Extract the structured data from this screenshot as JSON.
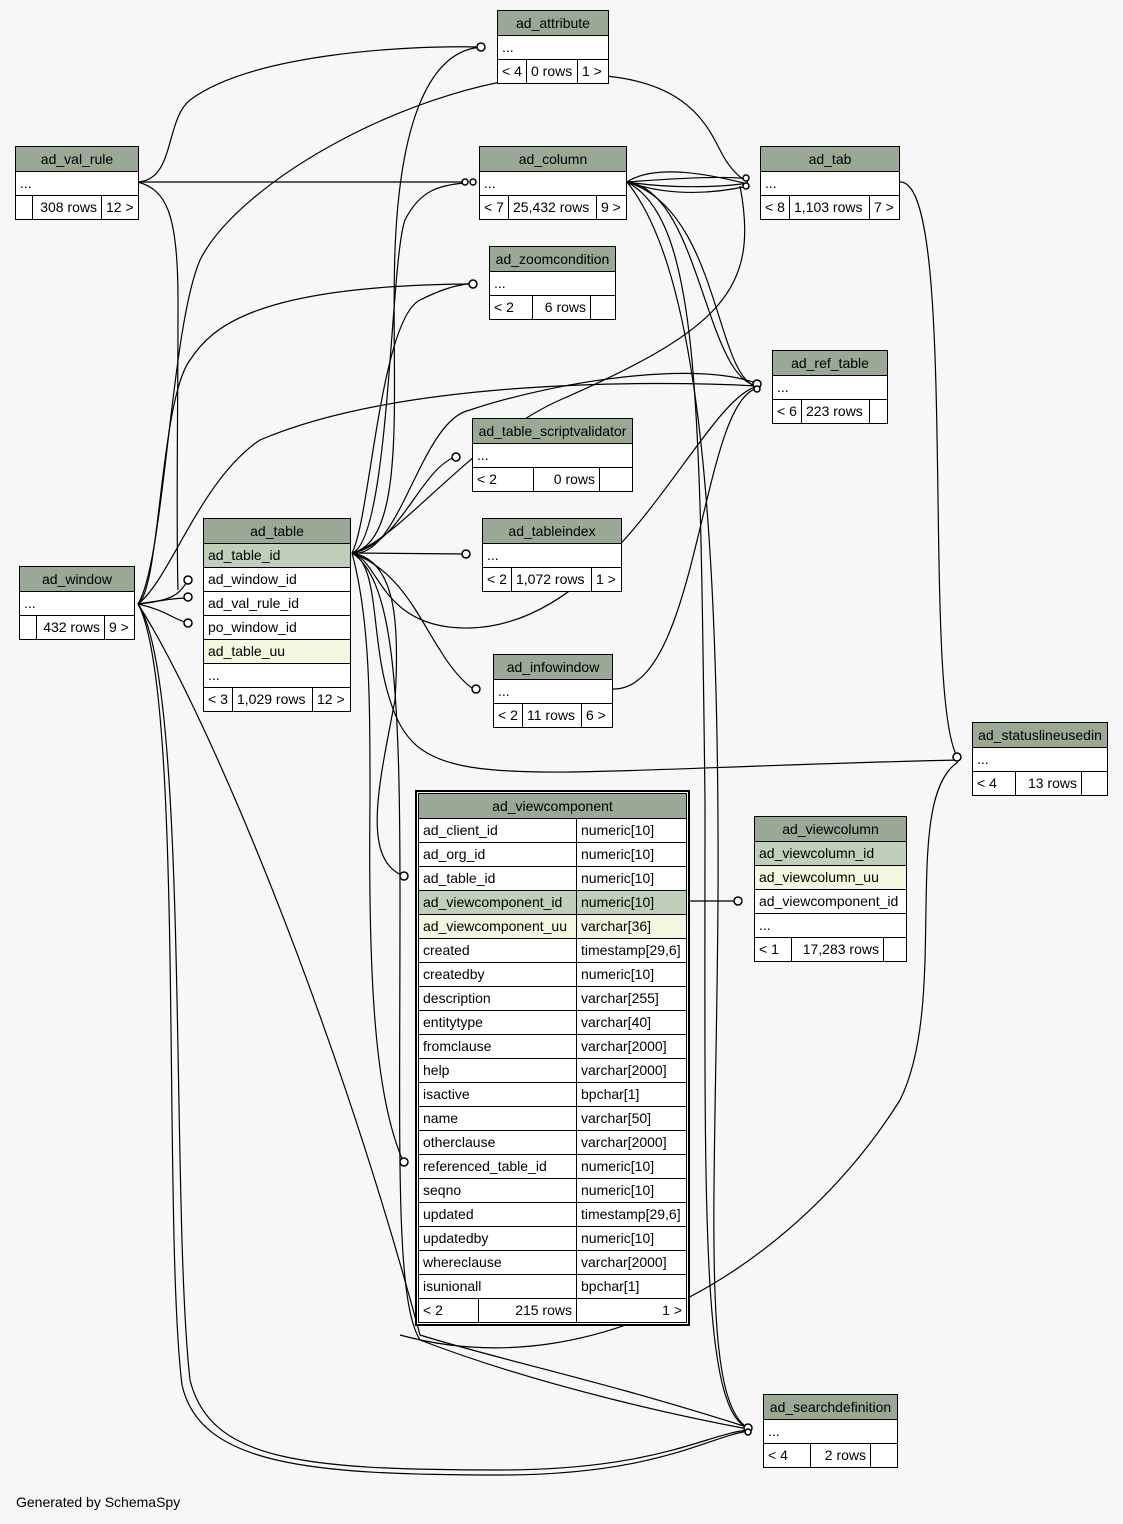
{
  "credit": "Generated by SchemaSpy",
  "colors": {
    "header": "#9aa896",
    "primary_key_row": "#bfcfb9",
    "unique_key_row": "#f4f7df",
    "background": "#f7f7f7"
  },
  "tables": {
    "ad_attribute": {
      "name": "ad_attribute",
      "rows": [
        "..."
      ],
      "footer": [
        "< 4",
        "0 rows",
        "1 >"
      ]
    },
    "ad_val_rule": {
      "name": "ad_val_rule",
      "rows": [
        "..."
      ],
      "footer": [
        "",
        "308 rows",
        "12 >"
      ]
    },
    "ad_column": {
      "name": "ad_column",
      "rows": [
        "..."
      ],
      "footer": [
        "< 7",
        "25,432 rows",
        "9 >"
      ]
    },
    "ad_tab": {
      "name": "ad_tab",
      "rows": [
        "..."
      ],
      "footer": [
        "< 8",
        "1,103 rows",
        "7 >"
      ]
    },
    "ad_zoomcondition": {
      "name": "ad_zoomcondition",
      "rows": [
        "..."
      ],
      "footer": [
        "< 2",
        "6 rows",
        ""
      ]
    },
    "ad_ref_table": {
      "name": "ad_ref_table",
      "rows": [
        "..."
      ],
      "footer": [
        "< 6",
        "223 rows",
        ""
      ]
    },
    "ad_table_scriptvalidator": {
      "name": "ad_table_scriptvalidator",
      "rows": [
        "..."
      ],
      "footer": [
        "< 2",
        "0 rows",
        ""
      ]
    },
    "ad_tableindex": {
      "name": "ad_tableindex",
      "rows": [
        "..."
      ],
      "footer": [
        "< 2",
        "1,072 rows",
        "1 >"
      ]
    },
    "ad_table": {
      "name": "ad_table",
      "rows": [
        "ad_table_id",
        "ad_window_id",
        "ad_val_rule_id",
        "po_window_id",
        "ad_table_uu",
        "..."
      ],
      "footer": [
        "< 3",
        "1,029 rows",
        "12 >"
      ]
    },
    "ad_window": {
      "name": "ad_window",
      "rows": [
        "..."
      ],
      "footer": [
        "",
        "432 rows",
        "9 >"
      ]
    },
    "ad_infowindow": {
      "name": "ad_infowindow",
      "rows": [
        "..."
      ],
      "footer": [
        "< 2",
        "11 rows",
        "6 >"
      ]
    },
    "ad_statuslineusedin": {
      "name": "ad_statuslineusedin",
      "rows": [
        "..."
      ],
      "footer": [
        "< 4",
        "13 rows",
        ""
      ]
    },
    "ad_viewcolumn": {
      "name": "ad_viewcolumn",
      "rows": [
        "ad_viewcolumn_id",
        "ad_viewcolumn_uu",
        "ad_viewcomponent_id",
        "..."
      ],
      "footer": [
        "< 1",
        "17,283 rows",
        ""
      ]
    },
    "ad_searchdefinition": {
      "name": "ad_searchdefinition",
      "rows": [
        "..."
      ],
      "footer": [
        "< 4",
        "2 rows",
        ""
      ]
    }
  },
  "focus_table": {
    "name": "ad_viewcomponent",
    "columns": [
      {
        "name": "ad_client_id",
        "type": "numeric[10]"
      },
      {
        "name": "ad_org_id",
        "type": "numeric[10]"
      },
      {
        "name": "ad_table_id",
        "type": "numeric[10]"
      },
      {
        "name": "ad_viewcomponent_id",
        "type": "numeric[10]"
      },
      {
        "name": "ad_viewcomponent_uu",
        "type": "varchar[36]"
      },
      {
        "name": "created",
        "type": "timestamp[29,6]"
      },
      {
        "name": "createdby",
        "type": "numeric[10]"
      },
      {
        "name": "description",
        "type": "varchar[255]"
      },
      {
        "name": "entitytype",
        "type": "varchar[40]"
      },
      {
        "name": "fromclause",
        "type": "varchar[2000]"
      },
      {
        "name": "help",
        "type": "varchar[2000]"
      },
      {
        "name": "isactive",
        "type": "bpchar[1]"
      },
      {
        "name": "name",
        "type": "varchar[50]"
      },
      {
        "name": "otherclause",
        "type": "varchar[2000]"
      },
      {
        "name": "referenced_table_id",
        "type": "numeric[10]"
      },
      {
        "name": "seqno",
        "type": "numeric[10]"
      },
      {
        "name": "updated",
        "type": "timestamp[29,6]"
      },
      {
        "name": "updatedby",
        "type": "numeric[10]"
      },
      {
        "name": "whereclause",
        "type": "varchar[2000]"
      },
      {
        "name": "isunionall",
        "type": "bpchar[1]"
      }
    ],
    "footer": [
      "< 2",
      "215 rows",
      "1 >"
    ]
  }
}
